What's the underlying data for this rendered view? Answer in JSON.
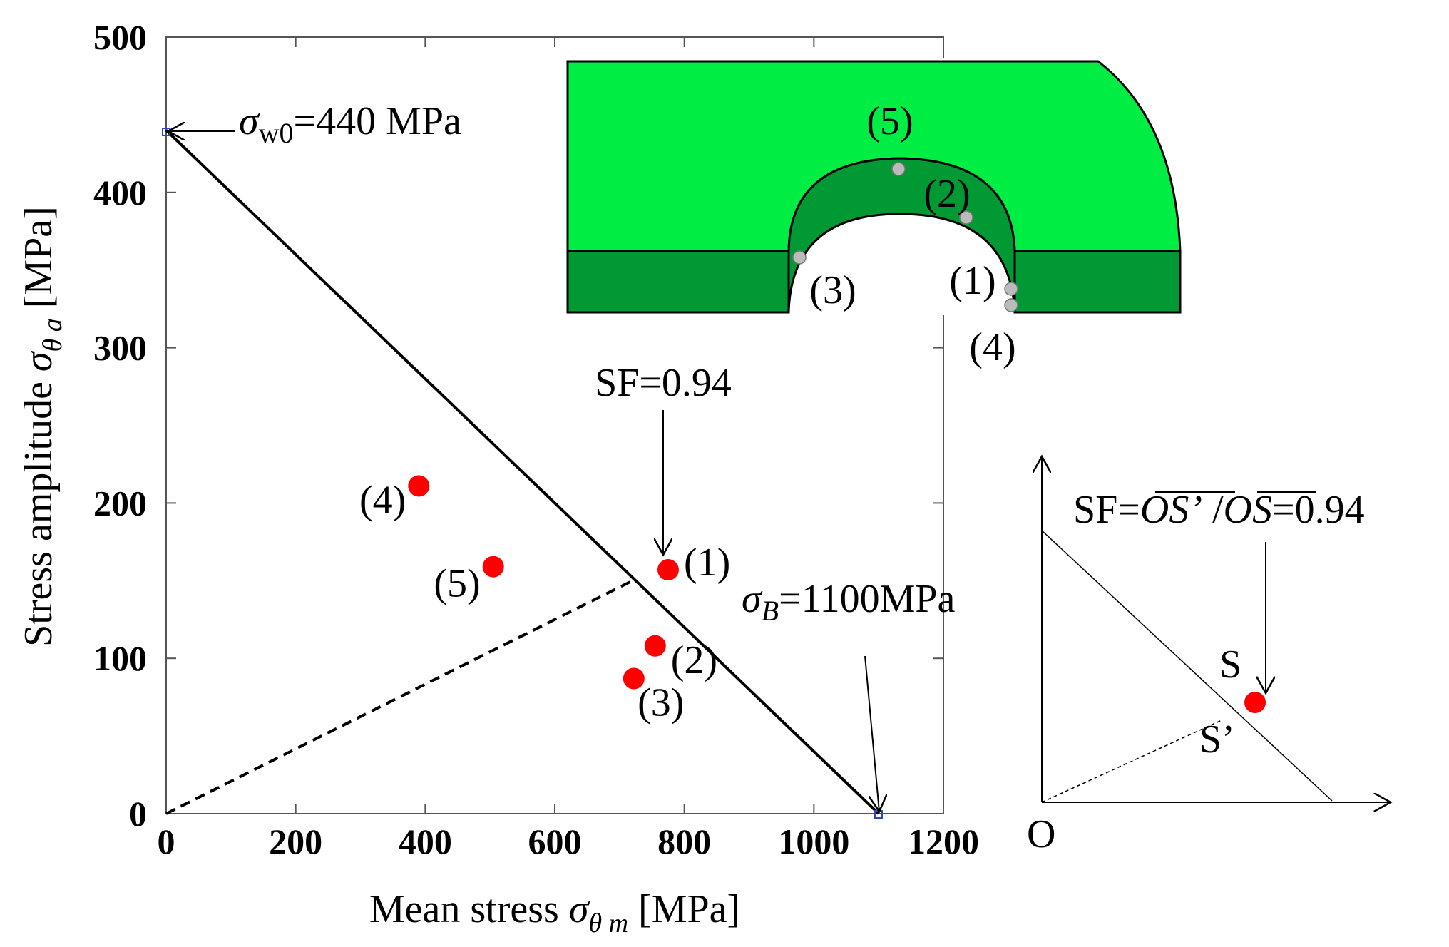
{
  "chart_data": [
    {
      "type": "scatter",
      "xlabel": "Mean stress σθm [MPa]",
      "xlabel_parts": {
        "pre": "Mean stress ",
        "sym": "σ",
        "sub": "θ m",
        "post": " [MPa]"
      },
      "ylabel": "Stress amplitude σθa [MPa]",
      "ylabel_parts": {
        "pre": "Stress amplitude ",
        "sym": "σ",
        "sub": "θ a",
        "post": " [MPa]"
      },
      "xlim": [
        0,
        1200
      ],
      "ylim": [
        0,
        500
      ],
      "xticks": [
        0,
        200,
        400,
        600,
        800,
        1000,
        1200
      ],
      "yticks": [
        0,
        100,
        200,
        300,
        400,
        500
      ],
      "grid": false,
      "marker_color": "#ff0000",
      "series": [
        {
          "points": [
            {
              "label": "(1)",
              "x": 775,
              "y": 157
            },
            {
              "label": "(2)",
              "x": 755,
              "y": 108
            },
            {
              "label": "(3)",
              "x": 722,
              "y": 87
            },
            {
              "label": "(4)",
              "x": 390,
              "y": 211
            },
            {
              "label": "(5)",
              "x": 505,
              "y": 159
            }
          ]
        }
      ],
      "lines": [
        {
          "kind": "solid",
          "from": [
            0,
            440
          ],
          "to": [
            1100,
            0
          ]
        },
        {
          "kind": "dashed",
          "from": [
            0,
            0
          ],
          "to": [
            720,
            150
          ]
        }
      ],
      "annotations": {
        "sigma_w0": {
          "sym": "σ",
          "sub": "w0",
          "text": "=440 MPa",
          "x": 0,
          "y": 440
        },
        "sigma_b": {
          "sym": "σ",
          "sub": "B",
          "text": "=1100MPa",
          "x": 1100,
          "y": 0
        },
        "sf": {
          "text": "SF=0.94"
        }
      }
    }
  ],
  "inset_geometry": {
    "fill_light": "#00ee44",
    "fill_dark": "#009933",
    "labels": [
      "(5)",
      "(2)",
      "(3)",
      "(1)",
      "(4)"
    ]
  },
  "schematic": {
    "formula_pre": "SF=",
    "formula_num": "OS’",
    "formula_den": "OS",
    "formula_post": "=0.94",
    "label_s": "S",
    "label_s_prime": "S’",
    "label_o": "O"
  }
}
